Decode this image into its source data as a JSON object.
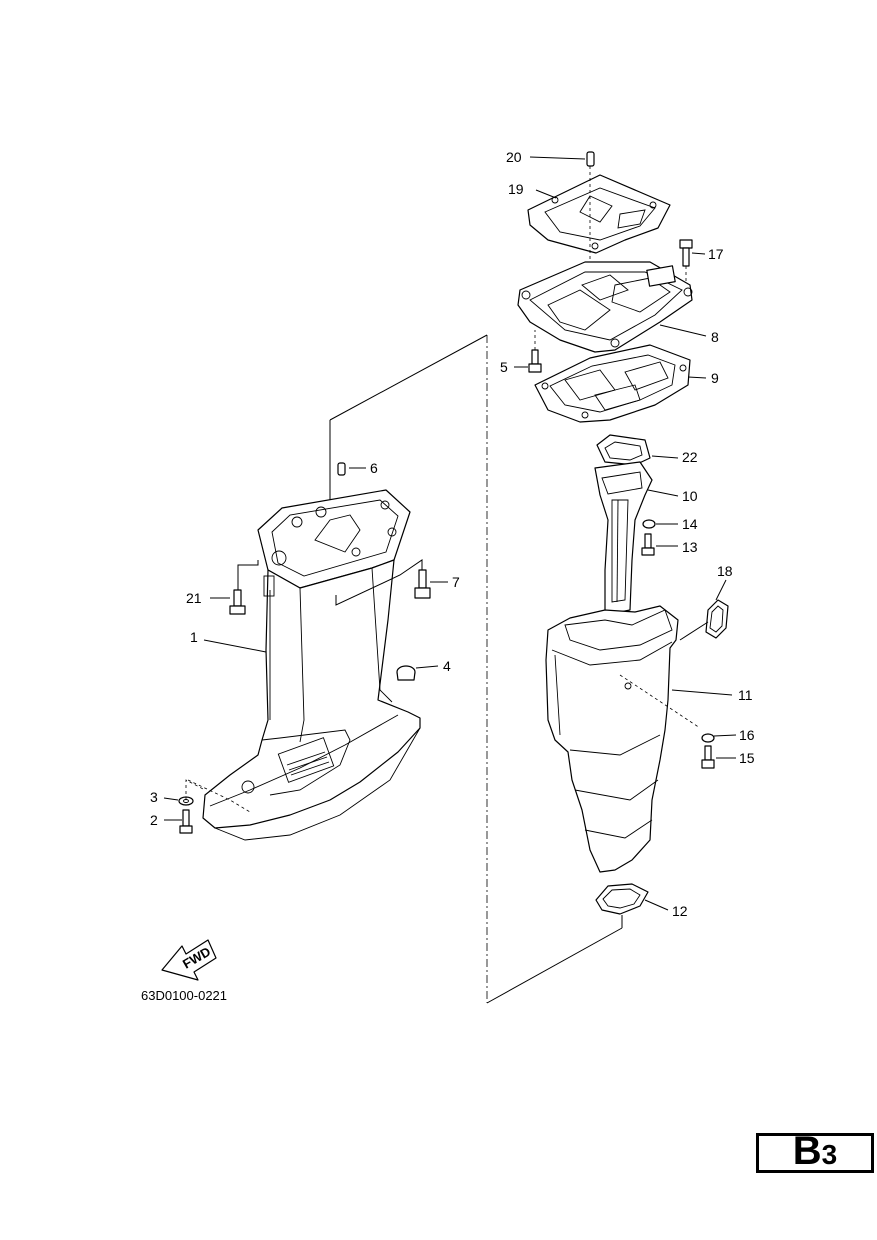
{
  "drawing_code": "63D0100-0221",
  "page": {
    "letter": "B",
    "number": "3"
  },
  "fwd_label": "FWD",
  "callouts": {
    "c1": "1",
    "c2": "2",
    "c3": "3",
    "c4": "4",
    "c5": "5",
    "c6": "6",
    "c7": "7",
    "c8": "8",
    "c9": "9",
    "c10": "10",
    "c11": "11",
    "c12": "12",
    "c13": "13",
    "c14": "14",
    "c15": "15",
    "c16": "16",
    "c17": "17",
    "c18": "18",
    "c19": "19",
    "c20": "20",
    "c21": "21",
    "c22": "22"
  }
}
